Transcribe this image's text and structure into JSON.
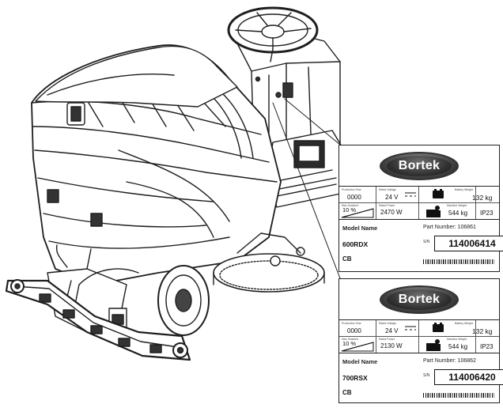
{
  "colors": {
    "line": "#1e1e1e",
    "plate_border": "#222222",
    "logo_dark": "#2b2b2b"
  },
  "plates": [
    {
      "brand": "Bortek",
      "counter": "0000",
      "voltage": "24 V",
      "slope": "10 %",
      "power": "2470 W",
      "weight_gross": "132 kg",
      "weight_net": "544 kg",
      "ip_rating": "IP23",
      "model_label": "Model Name",
      "model": "600RDX",
      "variant": "CB",
      "part_label": "Part  Number: 106861",
      "sn_label": "S/N",
      "serial": "114006414"
    },
    {
      "brand": "Bortek",
      "counter": "0000",
      "voltage": "24 V",
      "slope": "10 %",
      "power": "2130 W",
      "weight_gross": "132 kg",
      "weight_net": "544 kg",
      "ip_rating": "IP23",
      "model_label": "Model Name",
      "model": "700RSX",
      "variant": "CB",
      "part_label": "Part  Number: 106862",
      "sn_label": "S/N",
      "serial": "114006420"
    }
  ]
}
